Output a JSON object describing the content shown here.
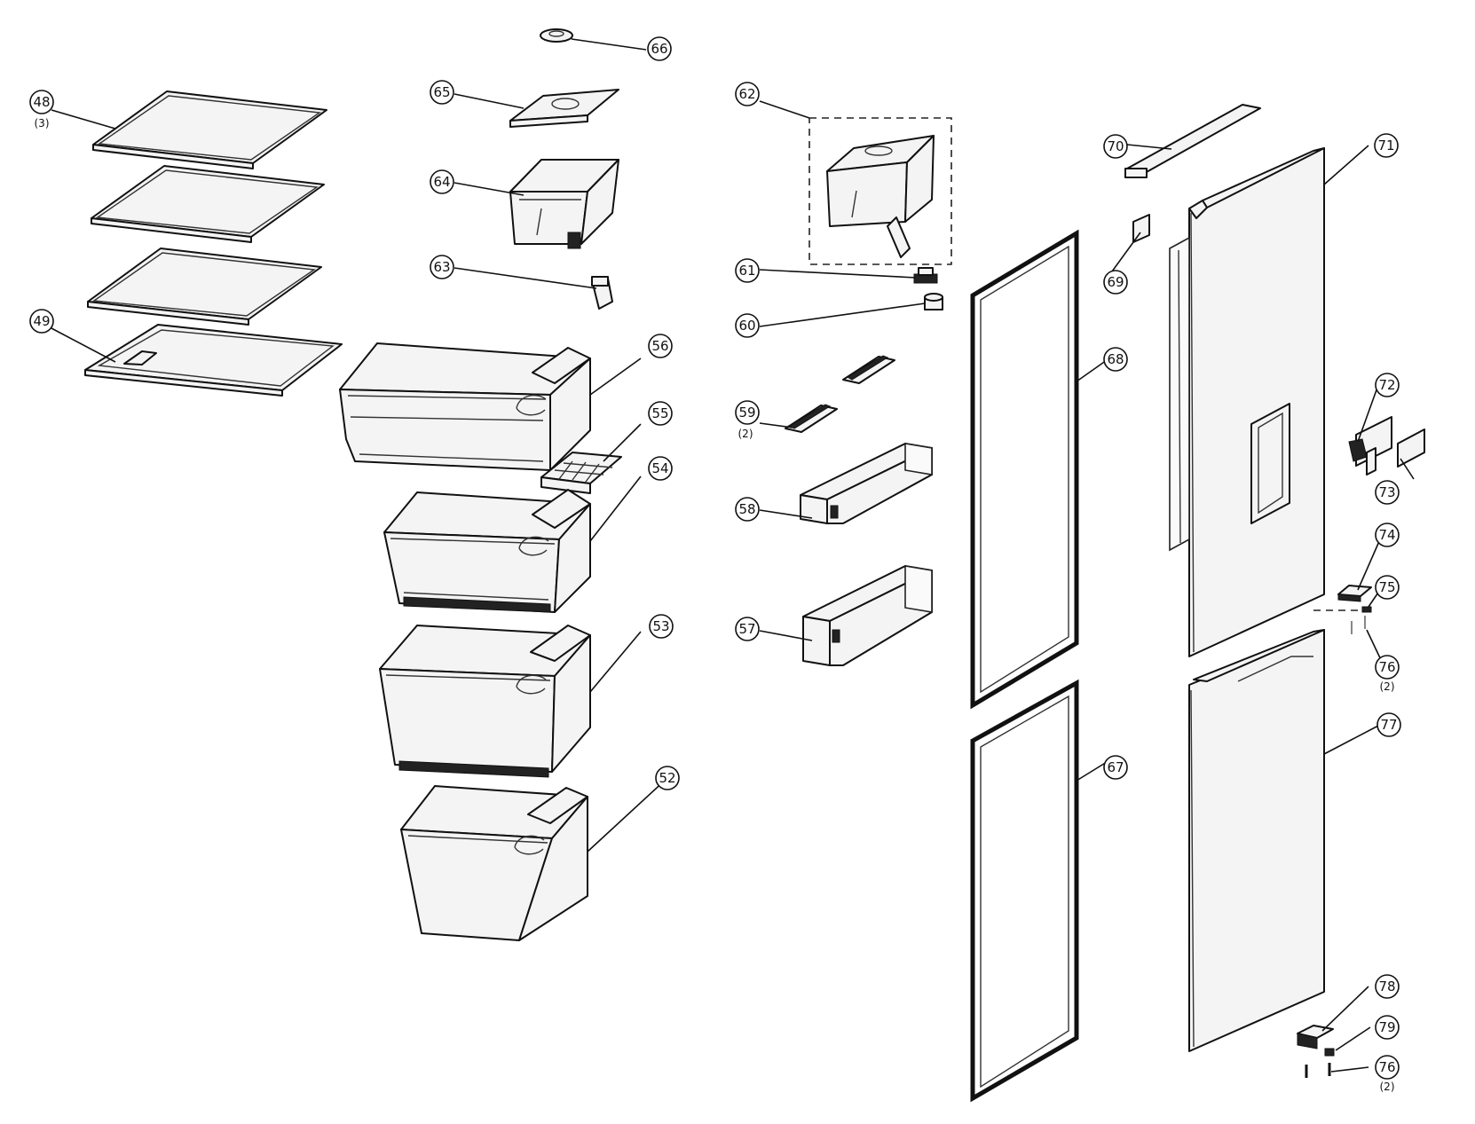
{
  "callouts": [
    {
      "id": "48",
      "label": "48",
      "qty": "(3)"
    },
    {
      "id": "49",
      "label": "49"
    },
    {
      "id": "52",
      "label": "52"
    },
    {
      "id": "53",
      "label": "53"
    },
    {
      "id": "54",
      "label": "54"
    },
    {
      "id": "55",
      "label": "55"
    },
    {
      "id": "56",
      "label": "56"
    },
    {
      "id": "57",
      "label": "57"
    },
    {
      "id": "58",
      "label": "58"
    },
    {
      "id": "59",
      "label": "59",
      "qty": "(2)"
    },
    {
      "id": "60",
      "label": "60"
    },
    {
      "id": "61",
      "label": "61"
    },
    {
      "id": "62",
      "label": "62"
    },
    {
      "id": "63",
      "label": "63"
    },
    {
      "id": "64",
      "label": "64"
    },
    {
      "id": "65",
      "label": "65"
    },
    {
      "id": "66",
      "label": "66"
    },
    {
      "id": "67",
      "label": "67"
    },
    {
      "id": "68",
      "label": "68"
    },
    {
      "id": "69",
      "label": "69"
    },
    {
      "id": "70",
      "label": "70"
    },
    {
      "id": "71",
      "label": "71"
    },
    {
      "id": "72",
      "label": "72"
    },
    {
      "id": "73",
      "label": "73"
    },
    {
      "id": "74",
      "label": "74"
    },
    {
      "id": "75",
      "label": "75"
    },
    {
      "id": "76a",
      "label": "76",
      "qty": "(2)"
    },
    {
      "id": "77",
      "label": "77"
    },
    {
      "id": "78",
      "label": "78"
    },
    {
      "id": "79",
      "label": "79"
    },
    {
      "id": "76b",
      "label": "76",
      "qty": "(2)"
    }
  ]
}
